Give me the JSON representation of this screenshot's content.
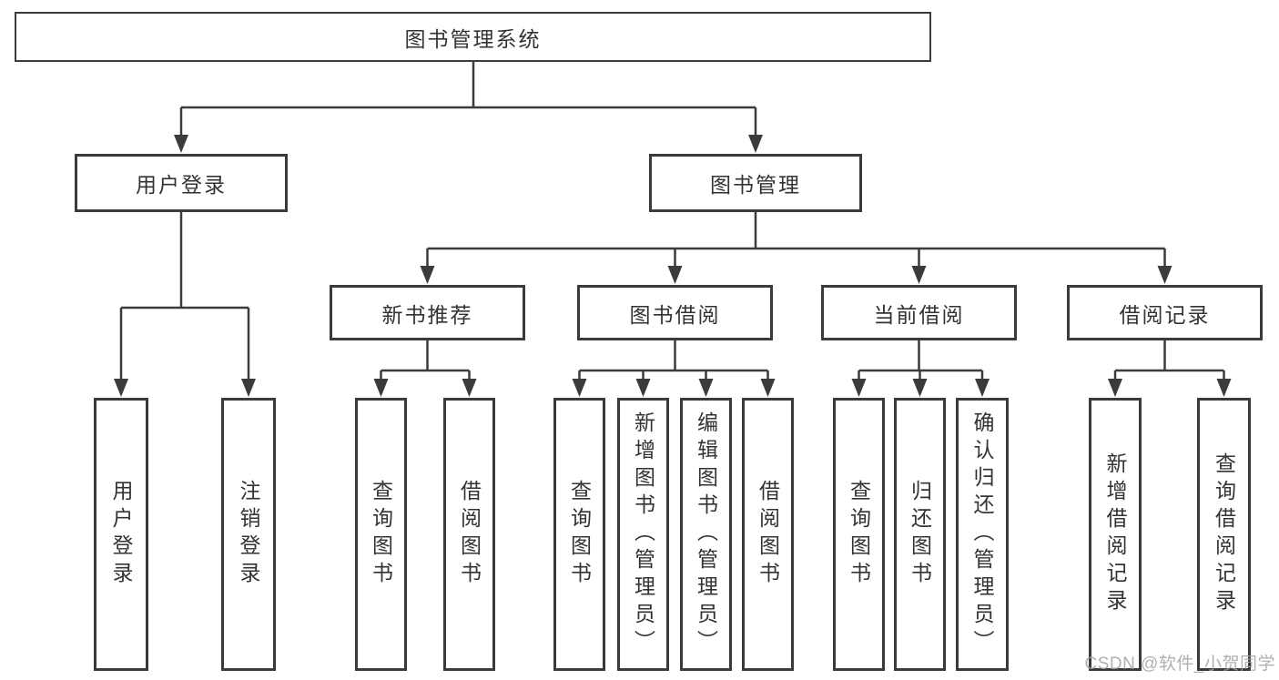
{
  "diagram": {
    "title": "图书管理系统",
    "root": {
      "label": "图书管理系统"
    },
    "branches": [
      {
        "label": "用户登录",
        "children": [
          {
            "label": "用户登录"
          },
          {
            "label": "注销登录"
          }
        ]
      },
      {
        "label": "图书管理",
        "children": [
          {
            "label": "新书推荐",
            "children": [
              {
                "label": "查询图书"
              },
              {
                "label": "借阅图书"
              }
            ]
          },
          {
            "label": "图书借阅",
            "children": [
              {
                "label": "查询图书"
              },
              {
                "label": "新增图书（管理员）"
              },
              {
                "label": "编辑图书（管理员）"
              },
              {
                "label": "借阅图书"
              }
            ]
          },
          {
            "label": "当前借阅",
            "children": [
              {
                "label": "查询图书"
              },
              {
                "label": "归还图书"
              },
              {
                "label": "确认归还（管理员）"
              }
            ]
          },
          {
            "label": "借阅记录",
            "children": [
              {
                "label": "新增借阅记录"
              },
              {
                "label": "查询借阅记录"
              }
            ]
          }
        ]
      }
    ]
  },
  "watermark": {
    "text": "CSDN @软件_小贺同学"
  },
  "colors": {
    "line": "#3b3b3b",
    "text": "#333333",
    "background": "#ffffff",
    "watermark": "#a3a3a3"
  }
}
